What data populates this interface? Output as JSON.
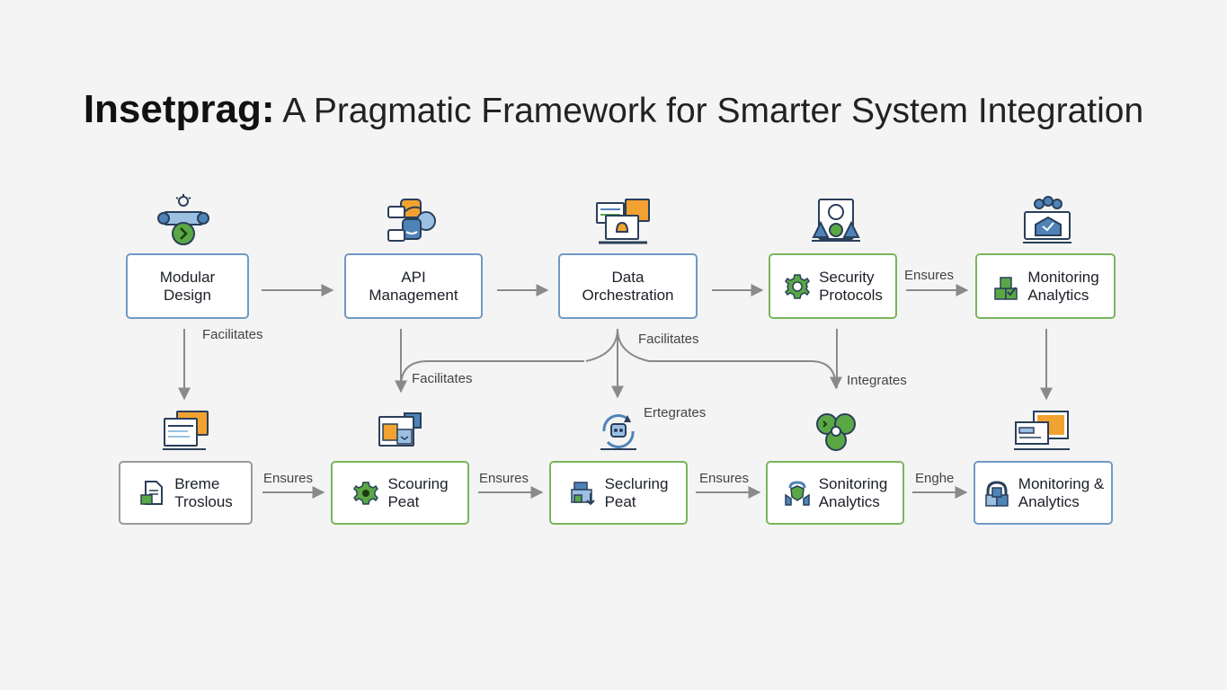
{
  "title": {
    "strong": "Insetprag:",
    "rest": " A Pragmatic Framework for Smarter System Integration"
  },
  "colors": {
    "blue_border": "#6f9ac2",
    "green_border": "#7ab55c",
    "gray_border": "#9a9a9a",
    "arrow": "#8a8a8a",
    "icon_green": "#5aa845",
    "icon_orange": "#f2a230",
    "icon_blue": "#4f83b8",
    "icon_dark": "#2a3f5a"
  },
  "nodes": {
    "modular_design": {
      "line1": "Modular",
      "line2": "Design",
      "icon": "gear-cycle-icon"
    },
    "api_management": {
      "line1": "API",
      "line2": "Management",
      "icon": "api-connect-icon"
    },
    "data_orchestration": {
      "line1": "Data",
      "line2": "Orchestration",
      "icon": "dashboard-windows-icon"
    },
    "security_protocols": {
      "line1": "Security",
      "line2": "Protocols",
      "icon": "team-shield-icon",
      "inner_icon": "gear-icon"
    },
    "monitoring_analytics_top": {
      "line1": "Monitoring",
      "line2": "Analytics",
      "icon": "monitor-team-icon",
      "inner_icon": "check-blocks-icon"
    },
    "breme_troslous": {
      "line1": "Breme",
      "line2": "Troslous",
      "icon": "browser-windows-icon",
      "inner_icon": "document-icon"
    },
    "scouring_peat": {
      "line1": "Scouring",
      "line2": "Peat",
      "icon": "window-code-icon",
      "inner_icon": "gear-icon"
    },
    "secluring_peat": {
      "line1": "Secluring",
      "line2": "Peat",
      "icon": "cycle-robot-icon",
      "inner_icon": "laptop-arrow-icon"
    },
    "sonitoring_analytics": {
      "line1": "Sonitoring",
      "line2": "Analytics",
      "icon": "network-circles-icon",
      "inner_icon": "hands-shield-icon"
    },
    "monitoring_analytics_bottom": {
      "line1": "Monitoring &",
      "line2": "Analytics",
      "icon": "monitor-panel-icon",
      "inner_icon": "arch-blocks-icon"
    }
  },
  "edge_labels": {
    "facilitates_left": "Facilitates",
    "facilitates_mid": "Facilitates",
    "facilitates_center": "Facilitates",
    "integrates": "Integrates",
    "ensures_top": "Ensures",
    "ertegrates": "Ertegrates",
    "ensures_b1": "Ensures",
    "ensures_b2": "Ensures",
    "ensures_b3": "Ensures",
    "enghe": "Enghe"
  }
}
